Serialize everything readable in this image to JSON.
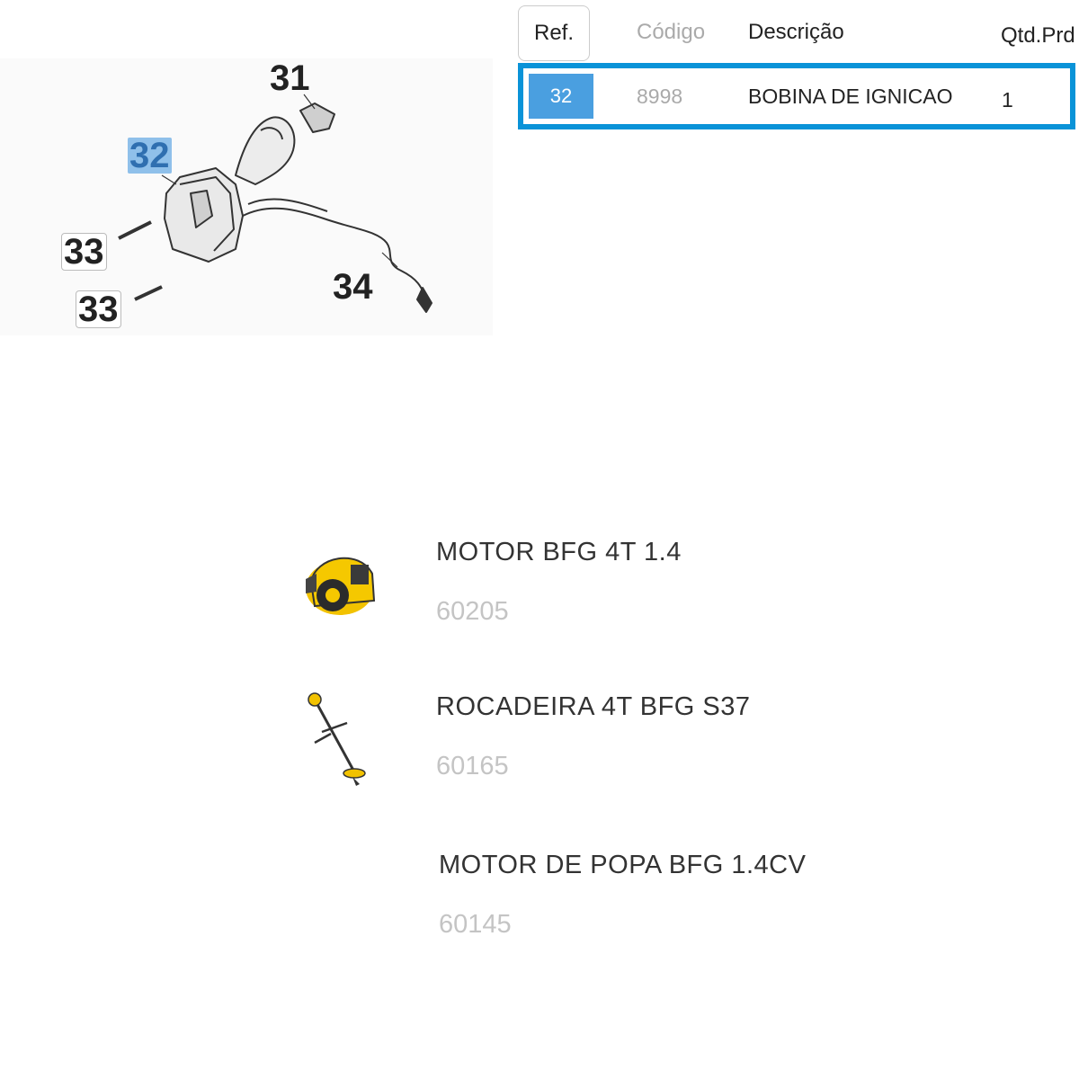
{
  "diagram": {
    "callouts": [
      "31",
      "32",
      "33",
      "33",
      "34"
    ],
    "highlight_color": "#8fc0ea"
  },
  "parts_table": {
    "headers": {
      "ref": "Ref.",
      "code": "Código",
      "description": "Descrição",
      "qty": "Qtd.Prd"
    },
    "rows": [
      {
        "ref": "32",
        "code": "8998",
        "description": "BOBINA DE IGNICAO",
        "qty": "1"
      }
    ],
    "selected_border_color": "#0a93d8",
    "selected_ref_bg": "#4a9fe0"
  },
  "products": [
    {
      "name": "MOTOR BFG 4T 1.4",
      "code": "60205",
      "image": "engine-thumbnail"
    },
    {
      "name": "ROCADEIRA 4T BFG S37",
      "code": "60165",
      "image": "brushcutter-thumbnail"
    },
    {
      "name": "MOTOR DE POPA BFG 1.4CV",
      "code": "60145",
      "image": ""
    }
  ]
}
